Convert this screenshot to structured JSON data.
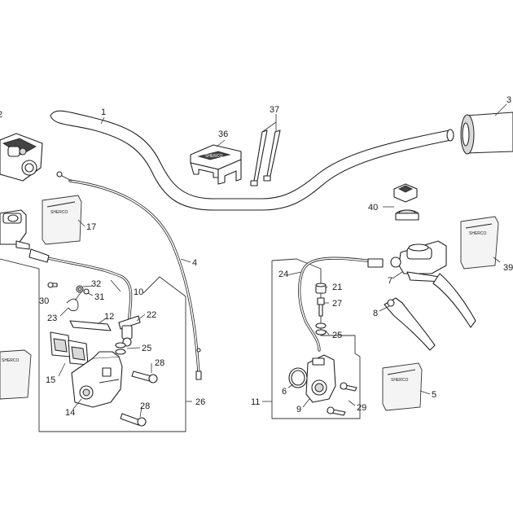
{
  "callouts": {
    "c1": "1",
    "c2": "2",
    "c3": "3",
    "c4": "4",
    "c5": "5",
    "c6": "6",
    "c7": "7",
    "c8": "8",
    "c9": "9",
    "c10": "10",
    "c11": "11",
    "c12": "12",
    "c14": "14",
    "c15": "15",
    "c17": "17",
    "c21": "21",
    "c22": "22",
    "c23": "23",
    "c24": "24",
    "c25a": "25",
    "c25b": "25",
    "c26": "26",
    "c27": "27",
    "c28a": "28",
    "c28b": "28",
    "c29": "29",
    "c30": "30",
    "c31": "31",
    "c32": "32",
    "c36": "36",
    "c37": "37",
    "c39": "39",
    "c40": "40"
  },
  "colors": {
    "line": "#222222",
    "fill": "#ffffff",
    "shade": "#d9d9d9",
    "background": "#ffffff"
  },
  "icons": {
    "brand_mark": "sherco-logo"
  }
}
